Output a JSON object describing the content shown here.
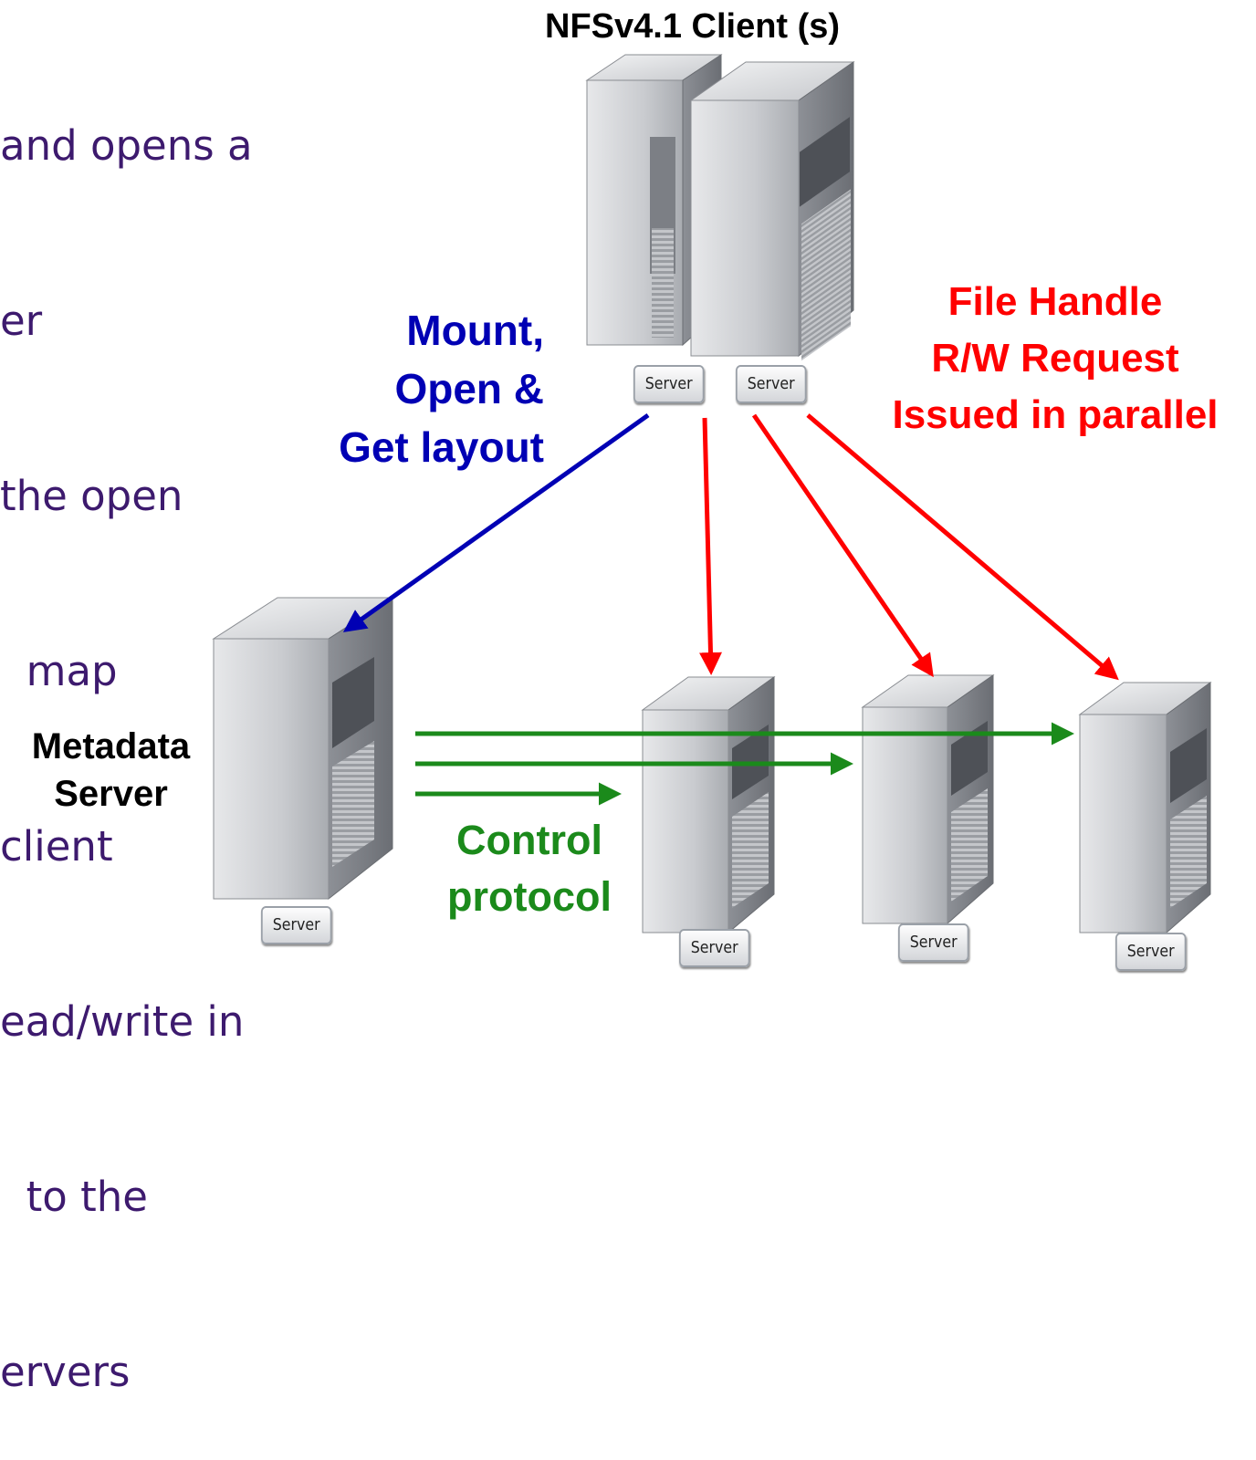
{
  "bullets": [
    "and opens a",
    "er",
    "the open",
    "  map",
    "client",
    "ead/write in",
    "  to the",
    "ervers"
  ],
  "labels": {
    "client_title": "NFSv4.1 Client (s)",
    "mount": [
      "Mount,",
      "Open &",
      "Get layout"
    ],
    "file_handle": [
      "File Handle",
      "R/W Request",
      "Issued in parallel"
    ],
    "metadata": [
      "Metadata",
      "Server"
    ],
    "control": [
      "Control",
      "protocol"
    ]
  },
  "server_badge": "Server",
  "colors": {
    "bullet_text": "#3d1a6e",
    "blue_arrow": "#0000b4",
    "red_arrow": "#ff0000",
    "green_arrow": "#1b8a1b"
  }
}
